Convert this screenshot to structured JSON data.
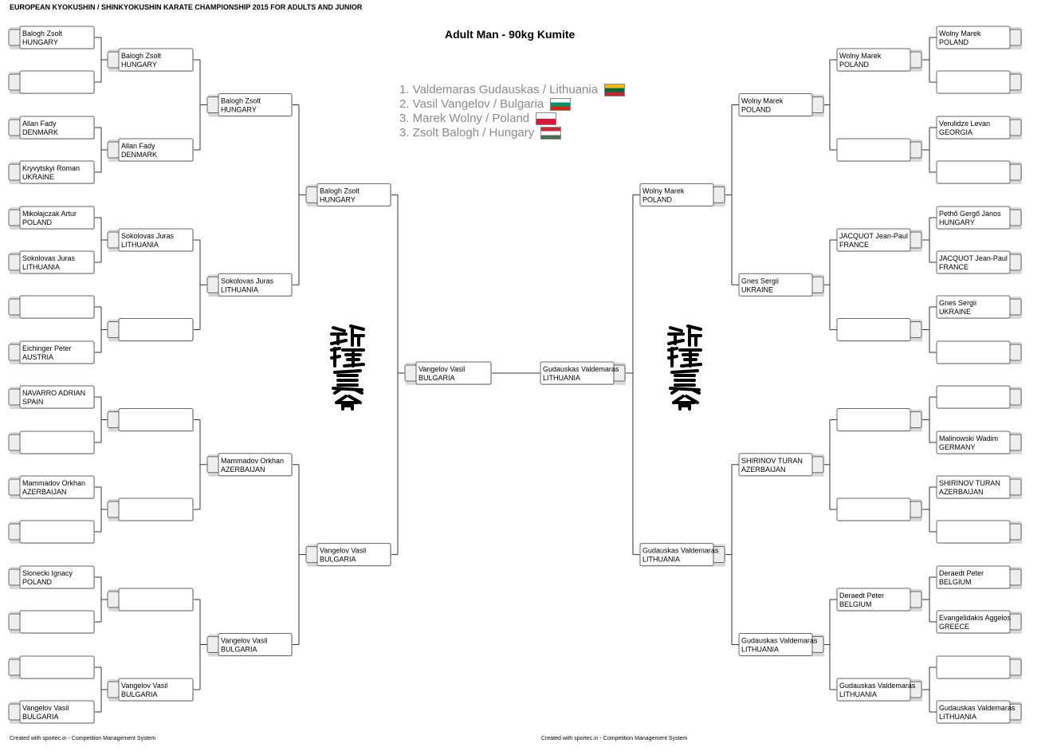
{
  "header": {
    "championship": "EUROPEAN KYOKUSHIN / SHINKYOKUSHIN KARATE CHAMPIONSHIP 2015 FOR ADULTS AND JUNIOR",
    "title": "Adult Man - 90kg Kumite"
  },
  "results": [
    {
      "text": "1. Valdemaras Gudauskas / Lithuania",
      "flag": [
        "#FDB913",
        "#006A44",
        "#C1272D"
      ]
    },
    {
      "text": "2. Vasil Vangelov / Bulgaria",
      "flag": [
        "#FFFFFF",
        "#00966E",
        "#D62612"
      ]
    },
    {
      "text": "3. Marek Wolny / Poland",
      "flag": [
        "#FFFFFF",
        "#DC143C"
      ]
    },
    {
      "text": "3. Zsolt Balogh / Hungary",
      "flag": [
        "#CE2939",
        "#FFFFFF",
        "#477050"
      ]
    }
  ],
  "footer": {
    "left": "Created with sportec.in - Competition Management System",
    "right": "Created with sportec.in - Competition Management System"
  },
  "bracket": {
    "left": {
      "r1": [
        [
          "Balogh Zsolt",
          "HUNGARY"
        ],
        [
          "",
          ""
        ],
        [
          "Allan Fady",
          "DENMARK"
        ],
        [
          "Kryvytskyi Roman",
          "UKRAINE"
        ],
        [
          "Mikołajczak Artur",
          "POLAND"
        ],
        [
          "Sokolovas Juras",
          "LITHUANIA"
        ],
        [
          "",
          ""
        ],
        [
          "Eichinger Peter",
          "AUSTRIA"
        ],
        [
          "NAVARRO ADRIAN",
          "SPAIN"
        ],
        [
          "",
          ""
        ],
        [
          "Mammadov Orkhan",
          "AZERBAIJAN"
        ],
        [
          "",
          ""
        ],
        [
          "Slonecki Ignacy",
          "POLAND"
        ],
        [
          "",
          ""
        ],
        [
          "",
          ""
        ],
        [
          "Vangelov Vasil",
          "BULGARIA"
        ]
      ],
      "r2": [
        [
          "Balogh Zsolt",
          "HUNGARY"
        ],
        [
          "Allan Fady",
          "DENMARK"
        ],
        [
          "Sokolovas Juras",
          "LITHUANIA"
        ],
        [
          "",
          ""
        ],
        [
          "",
          ""
        ],
        [
          "",
          ""
        ],
        [
          "",
          ""
        ],
        [
          "Vangelov Vasil",
          "BULGARIA"
        ]
      ],
      "r3": [
        [
          "Balogh Zsolt",
          "HUNGARY"
        ],
        [
          "Sokolovas Juras",
          "LITHUANIA"
        ],
        [
          "Mammadov Orkhan",
          "AZERBAIJAN"
        ],
        [
          "Vangelov Vasil",
          "BULGARIA"
        ]
      ],
      "r4": [
        [
          "Balogh Zsolt",
          "HUNGARY"
        ],
        [
          "Vangelov Vasil",
          "BULGARIA"
        ]
      ],
      "final": [
        "Vangelov Vasil",
        "BULGARIA"
      ]
    },
    "right": {
      "r1": [
        [
          "Wolny Marek",
          "POLAND"
        ],
        [
          "",
          ""
        ],
        [
          "Verulidze Levan",
          "GEORGIA"
        ],
        [
          "",
          ""
        ],
        [
          "Pethő Gergő János",
          "HUNGARY"
        ],
        [
          "JACQUOT Jean-Paul",
          "FRANCE"
        ],
        [
          "Gnes Sergii",
          "UKRAINE"
        ],
        [
          "",
          ""
        ],
        [
          "",
          ""
        ],
        [
          "Malinowski Wadim",
          "GERMANY"
        ],
        [
          "SHIRINOV  TURAN",
          "AZERBAIJAN"
        ],
        [
          "",
          ""
        ],
        [
          "Deraedt Peter",
          "BELGIUM"
        ],
        [
          "Evangelidakis Aggelos",
          "GREECE"
        ],
        [
          "",
          ""
        ],
        [
          "Gudauskas Valdemaras",
          "LITHUANIA"
        ]
      ],
      "r2": [
        [
          "Wolny Marek",
          "POLAND"
        ],
        [
          "",
          ""
        ],
        [
          "JACQUOT Jean-Paul",
          "FRANCE"
        ],
        [
          "",
          ""
        ],
        [
          "",
          ""
        ],
        [
          "",
          ""
        ],
        [
          "Deraedt Peter",
          "BELGIUM"
        ],
        [
          "Gudauskas Valdemaras",
          "LITHUANIA"
        ]
      ],
      "r3": [
        [
          "Wolny Marek",
          "POLAND"
        ],
        [
          "Gnes Sergii",
          "UKRAINE"
        ],
        [
          "SHIRINOV  TURAN",
          "AZERBAIJAN"
        ],
        [
          "Gudauskas Valdemaras",
          "LITHUANIA"
        ]
      ],
      "r4": [
        [
          "Wolny Marek",
          "POLAND"
        ],
        [
          "Gudauskas Valdemaras",
          "LITHUANIA"
        ]
      ],
      "final": [
        "Gudauskas Valdemaras",
        "LITHUANIA"
      ]
    }
  }
}
